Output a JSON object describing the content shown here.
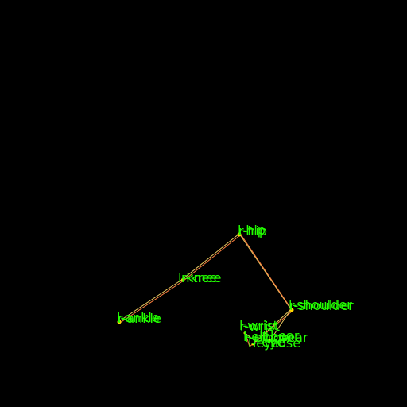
{
  "keypoints": [
    {
      "id": "l-hip",
      "label": "l-hip"
    },
    {
      "id": "r-hip",
      "label": "r-hip"
    },
    {
      "id": "l-knee",
      "label": "l-knee"
    },
    {
      "id": "r-knee",
      "label": "r-knee"
    },
    {
      "id": "l-ankle",
      "label": "l-ankle"
    },
    {
      "id": "r-ankle",
      "label": "r-ankle"
    },
    {
      "id": "l-shoulder",
      "label": "l-shoulder"
    },
    {
      "id": "r-shoulder",
      "label": "r-shoulder"
    },
    {
      "id": "l-wrist",
      "label": "l-wrist"
    },
    {
      "id": "r-wrist",
      "label": "r-wrist"
    },
    {
      "id": "l-elbow",
      "label": "l-elbow"
    },
    {
      "id": "r-elbow",
      "label": "r-elbow"
    },
    {
      "id": "l-ear",
      "label": "l-ear"
    },
    {
      "id": "r-ear",
      "label": "r-ear"
    },
    {
      "id": "l-eye",
      "label": "l-eye"
    },
    {
      "id": "r-eye",
      "label": "r-eye"
    },
    {
      "id": "nose",
      "label": "nose"
    }
  ],
  "colors": {
    "label": "#22ff00",
    "bone": "#e8c860",
    "keypoint": "#ffd800"
  }
}
